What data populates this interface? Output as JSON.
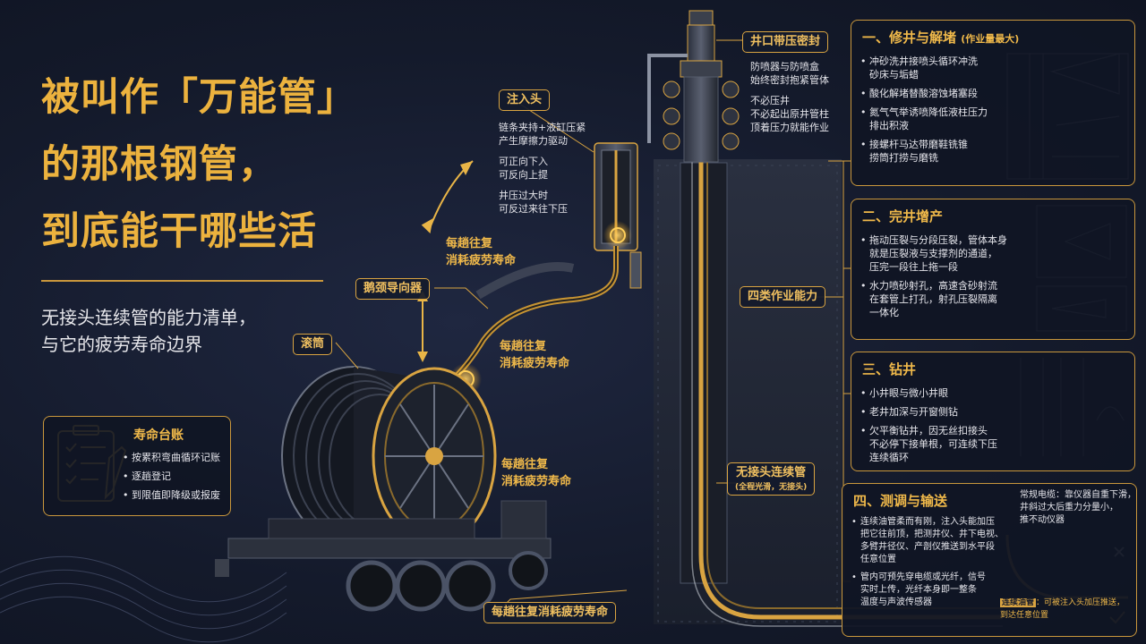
{
  "title": {
    "line1": "被叫作「万能管」",
    "line2": "的那根钢管，",
    "line3": "到底能干哪些活"
  },
  "subtitle": {
    "line1": "无接头连续管的能力清单，",
    "line2": "与它的疲劳寿命边界"
  },
  "callouts": {
    "injector_head": "注入头",
    "gooseneck": "鹅颈导向器",
    "reel": "滚筒",
    "wellhead": "井口带压密封",
    "four_capabilities": "四类作业能力",
    "seamless_pipe": "无接头连续管",
    "seamless_pipe_sub": "(全程光滑，无接头)"
  },
  "injector_notes": [
    "链条夹持+液缸压紧",
    "产生摩擦力驱动",
    "可正向下入",
    "可反向上提",
    "井压过大时",
    "可反过来往下压"
  ],
  "wellhead_notes": [
    "防喷器与防喷盒",
    "始终密封抱紧管体",
    "不必压井",
    "不必起出原井管柱",
    "顶着压力就能作业"
  ],
  "fatigue_labels": {
    "a1": "每趟往复",
    "a2": "消耗疲劳寿命",
    "b1": "每趟往复",
    "b2": "消耗疲劳寿命",
    "c1": "每趟往复",
    "c2": "消耗疲劳寿命",
    "bottom": "每趟往复消耗疲劳寿命"
  },
  "ledger": {
    "title": "寿命台账",
    "items": [
      "按累积弯曲循环记账",
      "逐趟登记",
      "到限值即降级或报废"
    ]
  },
  "panels": [
    {
      "title": "一、修井与解堵",
      "note": "(作业量最大)",
      "items": [
        "冲砂洗井接喷头循环冲洗\n砂床与垢蜡",
        "酸化解堵替酸溶蚀堵塞段",
        "氮气气举诱喷降低液柱压力\n排出积液",
        "接螺杆马达带磨鞋铣锥\n捞筒打捞与磨铣"
      ]
    },
    {
      "title": "二、完井增产",
      "note": "",
      "items": [
        "拖动压裂与分段压裂，管体本身\n就是压裂液与支撑剂的通道，\n压完一段往上拖一段",
        "水力喷砂射孔，高速含砂射流\n在套管上打孔，射孔压裂隔离\n一体化"
      ]
    },
    {
      "title": "三、钻井",
      "note": "",
      "items": [
        "小井眼与微小井眼",
        "老井加深与开窗侧钻",
        "欠平衡钻井，因无丝扣接头\n不必停下接单根，可连续下压\n连续循环"
      ]
    },
    {
      "title": "四、测调与输送",
      "note": "",
      "items": [
        "连续油管柔而有刚，注入头能加压\n把它往前顶，把测井仪、井下电视、\n多臂井径仪、产剖仪推送到水平段\n任意位置",
        "管内可预先穿电缆或光纤，信号\n实时上传，光纤本身即一整条\n温度与声波传感器"
      ]
    }
  ],
  "cable_note": {
    "line1": "常规电缆：靠仪器自重下滑，",
    "line2": "井斜过大后重力分量小，",
    "line3": "推不动仪器"
  },
  "ct_note": {
    "tag": "连续油管",
    "text": "：可被注入头加压推送，",
    "line2": "到达任意位置"
  },
  "colors": {
    "background": "#141a2b",
    "accent": "#e9b547",
    "border": "#c9973c",
    "text": "#e6e6ec"
  }
}
